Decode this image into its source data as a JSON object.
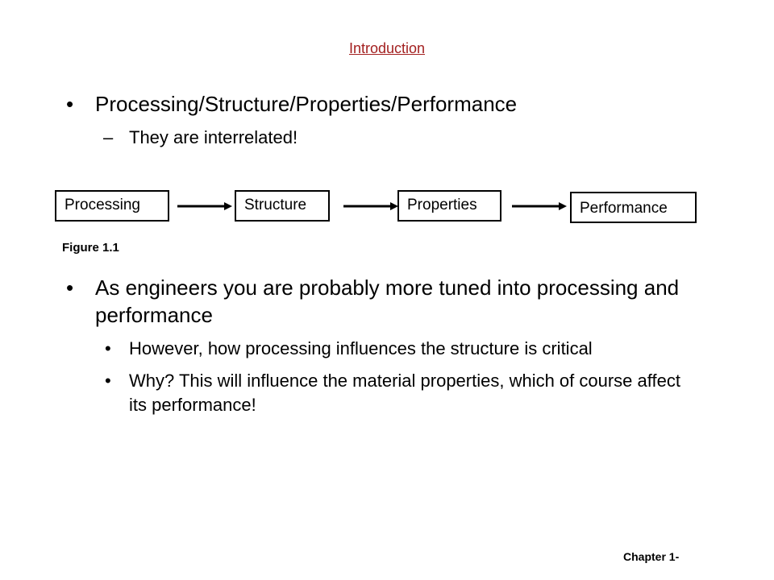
{
  "slide": {
    "title": "Introduction",
    "bullets": [
      {
        "marker": "•",
        "text": "Processing/Structure/Properties/Performance",
        "sub": {
          "marker": "–",
          "text": "They are interrelated!"
        }
      },
      {
        "marker": "•",
        "text": "As engineers you are probably more tuned into processing and performance",
        "sub": [
          {
            "marker": "•",
            "text": "However, how processing influences the structure is critical"
          },
          {
            "marker": "•",
            "text": "Why?  This will influence the material properties, which of course affect its performance!"
          }
        ]
      }
    ],
    "diagram": {
      "boxes": [
        "Processing",
        "Structure",
        "Properties",
        "Performance"
      ],
      "caption": "Figure 1.1"
    },
    "footer": "Chapter 1-"
  }
}
